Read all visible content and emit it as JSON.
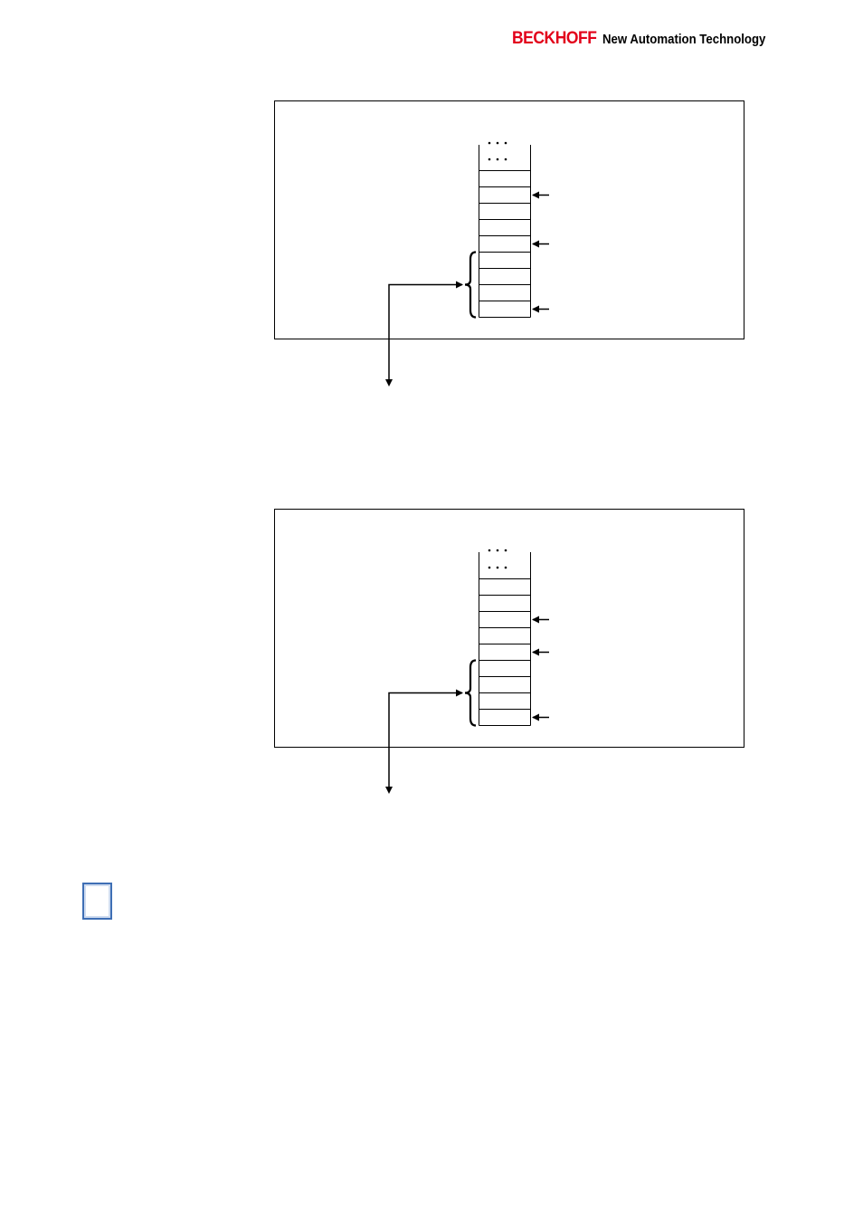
{
  "header": {
    "brand": "BECKHOFF",
    "tagline": "New Automation Technology"
  },
  "colors": {
    "brand": "#e2001a",
    "note_border": "#3f6fb5",
    "line": "#000000"
  },
  "diagrams": [
    {
      "name": "diagram-1",
      "ellipsis_rows": 2,
      "cells": 9,
      "pointer_rows": [
        1,
        4,
        8
      ],
      "brace_rows": [
        5,
        8
      ]
    },
    {
      "name": "diagram-2",
      "ellipsis_rows": 2,
      "cells": 9,
      "pointer_rows": [
        2,
        4,
        8
      ],
      "brace_rows": [
        5,
        8
      ]
    }
  ],
  "icons": {
    "note": "info-note-icon"
  }
}
